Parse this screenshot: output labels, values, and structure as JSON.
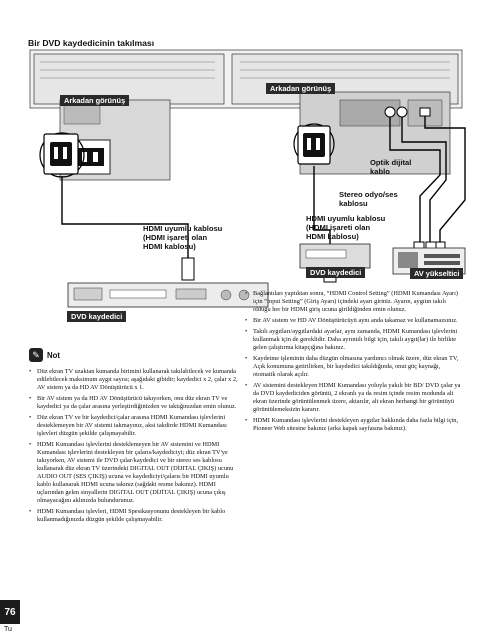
{
  "title": "Bir DVD kaydedicinin takılması",
  "labels": {
    "rear_left": "Arkadan görünüş",
    "rear_right": "Arkadan görünüş",
    "optical": [
      "Optik dijital",
      "kablo"
    ],
    "stereo": [
      "Stereo odyo/ses",
      "kablosu"
    ],
    "hdmi_left": [
      "HDMI uyumlu kablosu",
      "(HDMI işareti olan",
      "HDMI kablosu)"
    ],
    "hdmi_right": [
      "HDMI uyumlu kablosu",
      "(HDMI işareti olan",
      "HDMI kablosu)"
    ],
    "dvd_rec_right": "DVD kaydedici",
    "av_amp": "AV yükseltici",
    "dvd_rec_bottom": "DVD kaydedici"
  },
  "note_title": "Not",
  "notes_left": [
    "Düz ekran TV uzaktan kumanda birimini kullanarak takılabilecek ve kumanda edilebilecek maksimum aygıt sayısı; aşağıdaki gibidir; kaydedici x 2, çalar x 2, AV sistem ya da HD AV Dönüştürücü x 1.",
    "Bir AV sistem ya da HD AV Dönüştürücü takıyorken, onu düz ekran TV ve kaydedici ya da çalar arasına yerleştirdiğinizden ve taktığınızdan emin olunuz.",
    "Düz ekran TV ve bir kaydedici/çalar arasına HDMI Kumandası işlevlerini desteklemeyen bir AV sistemi takmayınız, aksi takdirde HDMI Kumandası işlevleri düzgün şekilde çalışmayabilir.",
    "HDMI Kumandası işlevlerini desteklemeyen bir AV sistemini ve HDMI Kumandası işlevlerini destekleyen bir çalarıs/kaydediciyi; düz ekran TV'ye takıyorken, AV sistemi ile DVD çalar/kaydedici ve bir stereo ses kablosu kullanarak düz ekran TV üzerindeki DIGITAL OUT (DİJITAL ÇIKIŞ) ucunu AUDIO OUT (SES ÇIKIŞ) ucuna ve kaydediciyi/çalarıs bir HDMI uyumlu kablo kullanarak HDMI ucuna takınız (sağdaki resme bakınız). HDMI uçlarından gelen sinyallerin DIGITAL OUT (DİJİTAL ÇIKIŞ) ucuna çıkış olmayacağını aklınızda bulundurunuz.",
    "HDMI Kumandası işlevleri, HDMI Spesikasyonunu destekleyen bir kablo kullanmadığınızda düzgün şekilde çalışmayabilir."
  ],
  "notes_right": [
    "Bağlantıları yaptıktan sonra, “HDMI Control Setting” (HDMI Kumandası Ayarı) için “Input Setting” (Giriş Ayarı) içindeki ayarı giriniz. Ayarın, aygıtın takılı olduğu her bir HDMI giriş ucuna girildiğinden emin olunuz.",
    "Bir AV sistem ve HD AV Dönüştürücüyü aynı anda takamaz ve kullanamazsınız.",
    "Takılı aygıtları/aygıtlardaki ayarlar, aynı zamanda, HDMI Kumandası işlevlerini kullanmak için de gereklidir. Daha ayrıntılı bilgi için, takılı aygıt(lar) ile birlikte gelen çalıştırma kitapçığına bakınız.",
    "Kaydetme işleminin daha düzgün olmasına yardımcı olmak üzere, düz ekran TV, Açık konumuna getirilirken, bir kaydedici takıldığında, onut güç kaynağı, otomatik olarak açılır.",
    "AV sistemini destekleyen HDMI Kumandası yoluyla yakılı bir BD/ DVD çalar ya da DVD kaydediciden görüntü, 2 ekranlı ya da resim içinde resim modunda alt ekran üzerinde görüntülenmek üzere, aktarılır, alt ekran herhangi bir görüntüyü görüntülemeksizin kararır.",
    "HDMI Kumandası işlevlerini destekleyen aygıtlar hakkında daha fazla bilgi için, Pioneer Web sitesine bakınız (arka kapak sayfasına bakınız)."
  ],
  "page_number": "76",
  "language": "Tu"
}
